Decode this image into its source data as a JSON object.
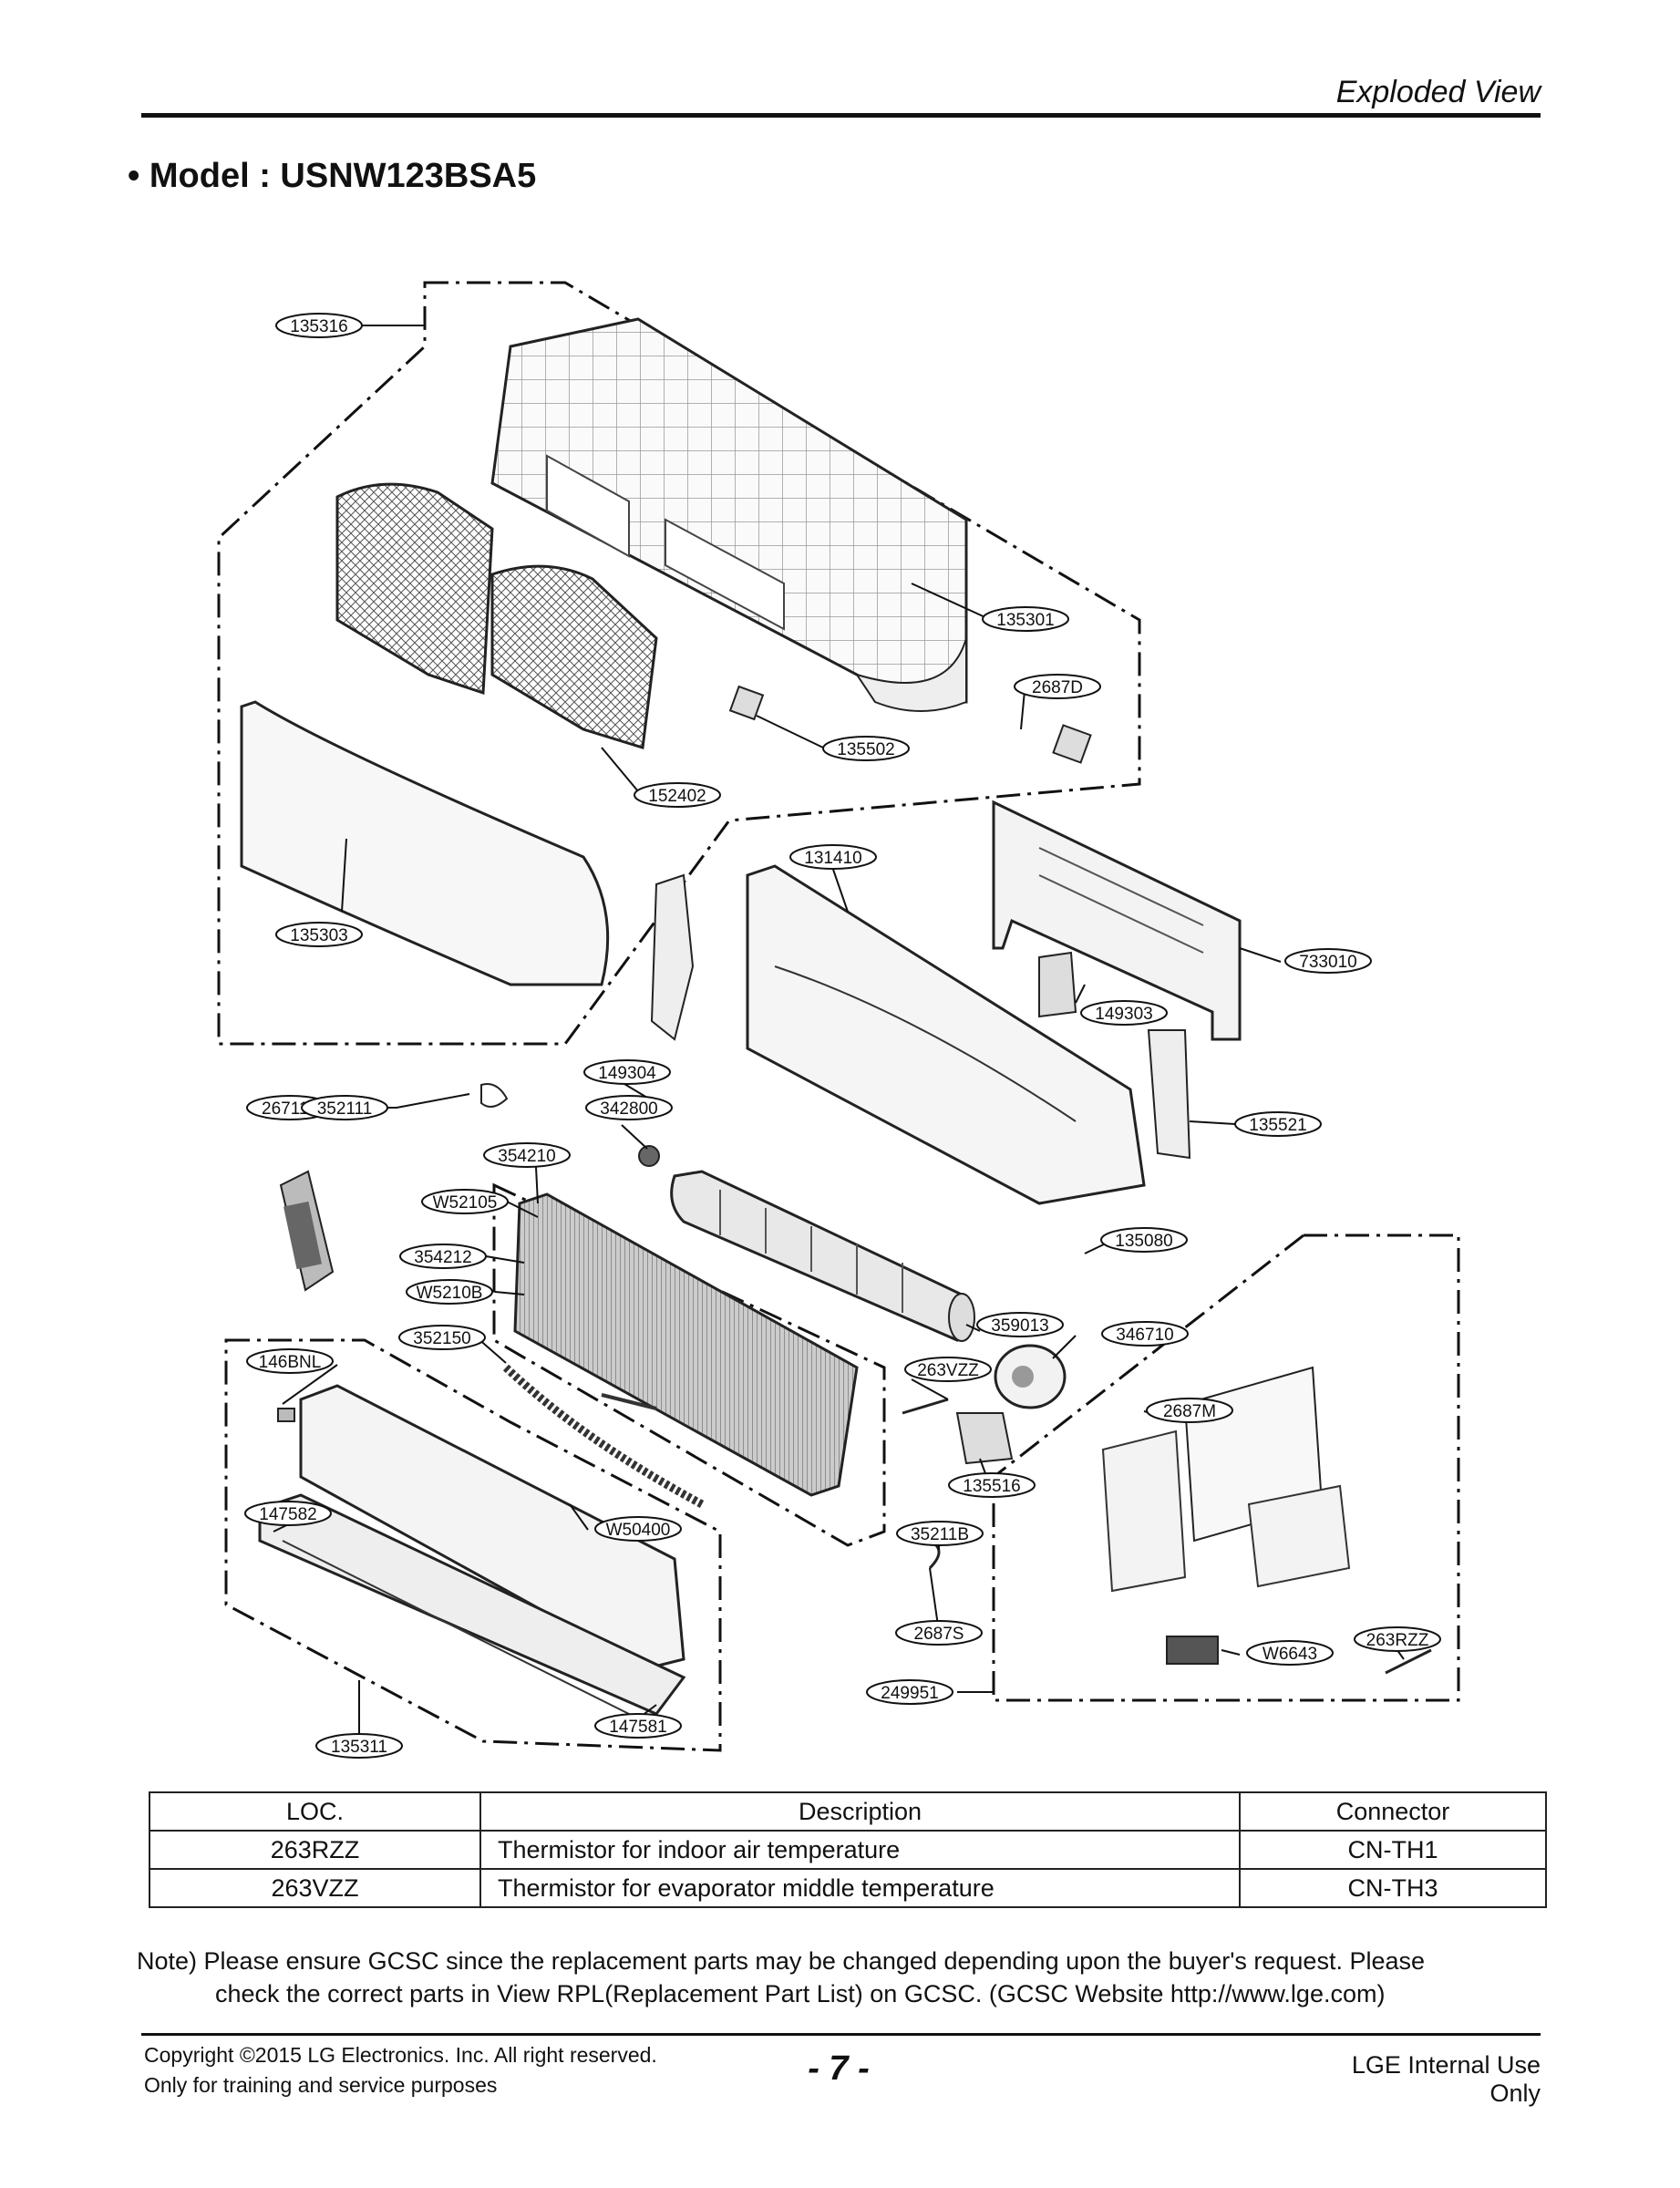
{
  "header": {
    "section_title": "Exploded View"
  },
  "model_title": "• Model : USNW123BSA5",
  "diagram": {
    "callouts": [
      "135316",
      "135301",
      "2687D",
      "135502",
      "152402",
      "131410",
      "135303",
      "733010",
      "149303",
      "149304",
      "267110",
      "352111",
      "342800",
      "135521",
      "354210",
      "W52105",
      "135080",
      "354212",
      "W5210B",
      "359013",
      "346710",
      "352150",
      "146BNL",
      "263VZZ",
      "2687M",
      "135516",
      "147582",
      "W50400",
      "35211B",
      "2687S",
      "263RZZ",
      "W6643",
      "249951",
      "147581",
      "135311"
    ]
  },
  "parts_table": {
    "headers": [
      "LOC.",
      "Description",
      "Connector"
    ],
    "rows": [
      [
        "263RZZ",
        "Thermistor for indoor air temperature",
        "CN-TH1"
      ],
      [
        "263VZZ",
        "Thermistor for evaporator middle temperature",
        "CN-TH3"
      ]
    ]
  },
  "note": {
    "line1": "Note) Please ensure GCSC since the replacement parts may be changed depending upon the buyer's request. Please",
    "line2": "check the correct parts in View RPL(Replacement Part List) on GCSC. (GCSC Website http://www.lge.com)"
  },
  "footer": {
    "copyright": "Copyright ©2015 LG Electronics. Inc. All right reserved.",
    "training": "Only for training and service purposes",
    "page_number": "- 7 -",
    "internal": "LGE Internal Use Only"
  }
}
